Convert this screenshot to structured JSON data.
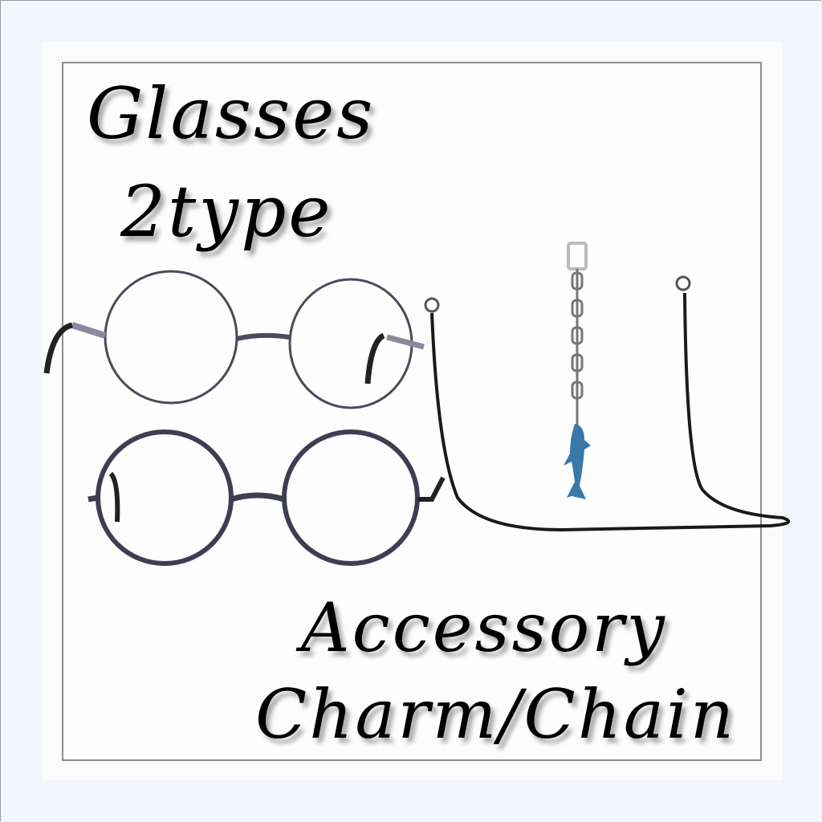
{
  "titles": {
    "line1": "Glasses",
    "line2": "2type",
    "line3": "Accessory",
    "line4": "Charm/Chain"
  },
  "items": [
    {
      "name": "round-glasses-thin-frame",
      "icon": "glasses-icon"
    },
    {
      "name": "round-glasses-thick-frame",
      "icon": "glasses-icon"
    },
    {
      "name": "glasses-strap-cord",
      "icon": "cord-icon"
    },
    {
      "name": "shark-charm-chain",
      "icon": "shark-charm-icon"
    }
  ],
  "colors": {
    "background": "#f2f5fd",
    "panel": "#fbfbfc",
    "frame_border": "#8e8e8e",
    "glasses_metal": "#4a4a5c",
    "cord": "#1a1a1a",
    "shark": "#3a78a8",
    "chain": "#8a8a8a"
  }
}
